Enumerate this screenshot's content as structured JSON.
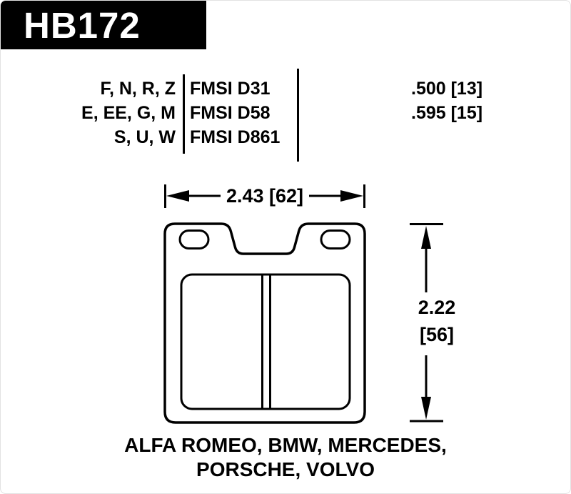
{
  "part": {
    "number": "HB172"
  },
  "spec_table": {
    "compounds": [
      "F, N, R, Z",
      "E, EE, G, M",
      "S, U, W"
    ],
    "fmsi": [
      "FMSI D31",
      "FMSI D58",
      "FMSI D861"
    ],
    "pad_thickness": [
      ".500 [13]",
      ".595 [15]"
    ]
  },
  "dimensions": {
    "width": "2.43 [62]",
    "height_in": "2.22",
    "height_mm": "[56]"
  },
  "applications": {
    "line1": "ALFA ROMEO, BMW, MERCEDES,",
    "line2": "PORSCHE, VOLVO"
  },
  "colors": {
    "ink": "#000000",
    "background": "#ffffff",
    "banner_text": "#ffffff"
  }
}
